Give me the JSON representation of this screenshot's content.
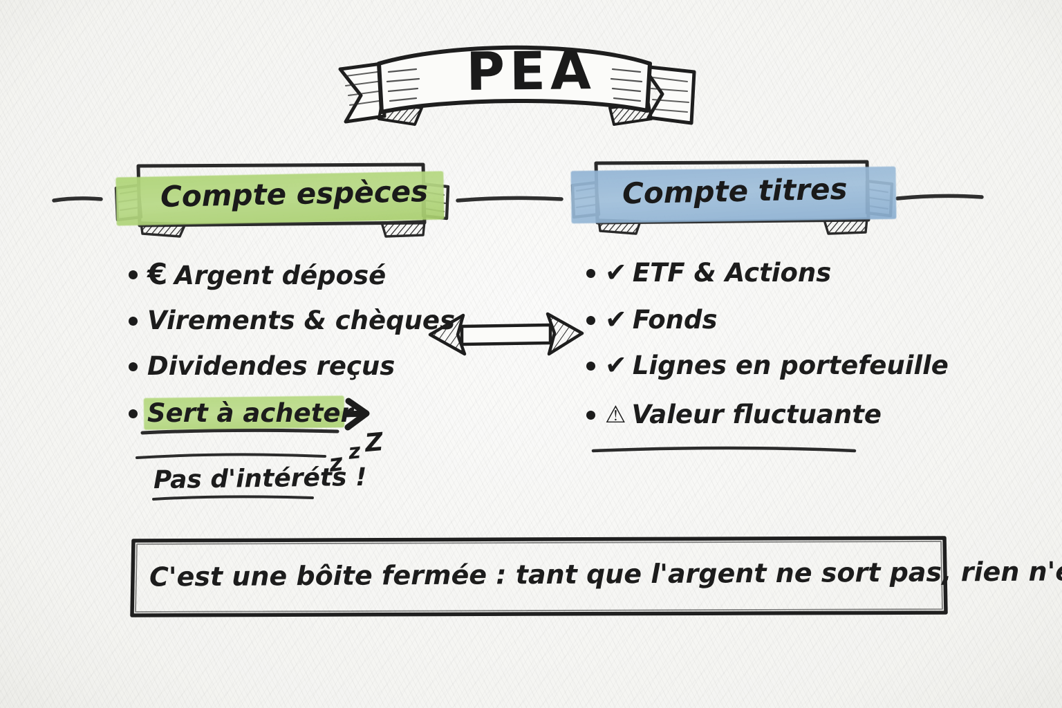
{
  "title": {
    "text": "PEA",
    "banner_style": "hand-drawn-ribbon"
  },
  "columns": [
    {
      "id": "compte-especes",
      "heading": "Compte espèces",
      "highlight_color": "#b0d579",
      "items": [
        {
          "glyph": "€",
          "glyph_name": "euro-icon",
          "text": "Argent déposé"
        },
        {
          "glyph": "",
          "glyph_name": "",
          "text": "Virements & chèques"
        },
        {
          "glyph": "",
          "glyph_name": "",
          "text": "Dividendes reçus"
        },
        {
          "glyph": "",
          "glyph_name": "",
          "text": "Sert à acheter",
          "highlighted": true,
          "trailing_arrow": true
        }
      ],
      "note": {
        "text": "Pas d'intéréts !",
        "sleep_marks": [
          "z",
          "z",
          "Z"
        ]
      }
    },
    {
      "id": "compte-titres",
      "heading": "Compte titres",
      "highlight_color": "#92b4d4",
      "items": [
        {
          "glyph": "✔",
          "glyph_name": "check-icon",
          "text": "ETF & Actions"
        },
        {
          "glyph": "✔",
          "glyph_name": "check-icon",
          "text": "Fonds"
        },
        {
          "glyph": "✔",
          "glyph_name": "check-icon",
          "text": "Lignes en portefeuille"
        },
        {
          "glyph": "⚠",
          "glyph_name": "warning-icon",
          "text": "Valeur fluctuante"
        }
      ]
    }
  ],
  "center_arrow": {
    "name": "double-headed-arrow",
    "direction": "both"
  },
  "conclusion": {
    "text": "C'est une bôite fermée : tant que l'argent ne sort pas, rien n'est taxé."
  },
  "colors": {
    "paper": "#f7f7f5",
    "ink": "#1c1c1c",
    "green_highlight": "#b0d579",
    "blue_highlight": "#92b4d4"
  }
}
